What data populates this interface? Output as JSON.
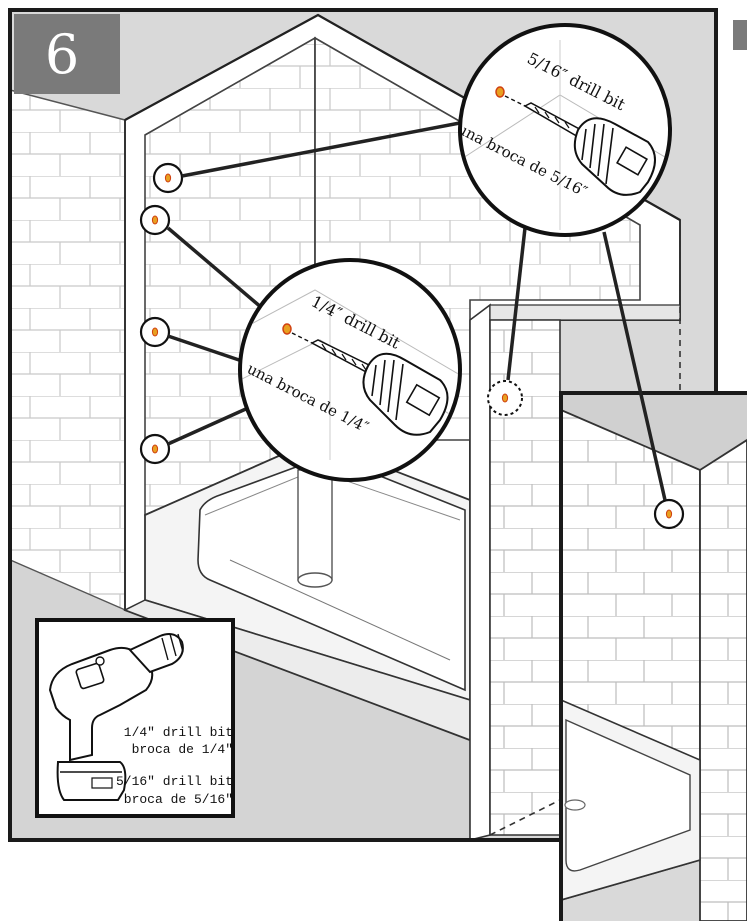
{
  "step": {
    "number": "6"
  },
  "zoom_callouts": {
    "quarter_inch": {
      "label_en": "1/4″ drill bit",
      "label_es": "una broca de 1/4″"
    },
    "five_sixteenth_inch": {
      "label_en": "5/16″ drill bit",
      "label_es": "una broca de 5/16″"
    }
  },
  "tool_inset": {
    "bit_quarter_en": "1/4″ drill bit",
    "bit_quarter_es": "broca de 1/4″",
    "bit_five_sixteenth_en": "5/16″ drill bit",
    "bit_five_sixteenth_es": "broca de 5/16″"
  },
  "colors": {
    "hole_marker": "#e8a020",
    "hole_marker_outline": "#d04010",
    "wall_fill": "#d9d9d9",
    "tile_fill": "#ffffff",
    "step_badge": "#7a7a7a",
    "frame": "#1a1a1a"
  }
}
